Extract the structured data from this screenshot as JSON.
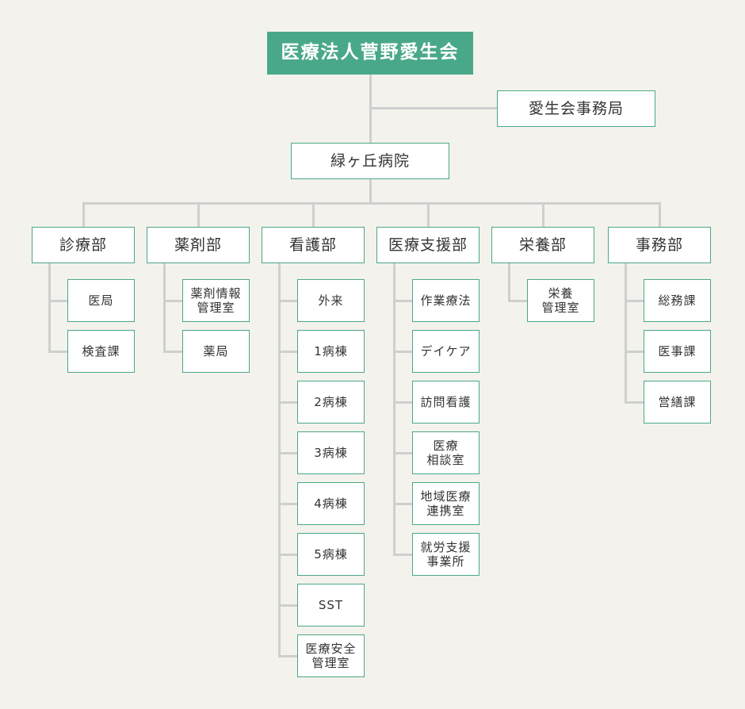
{
  "root": "医療法人菅野愛生会",
  "office": "愛生会事務局",
  "hospital": "緑ヶ丘病院",
  "departments": [
    {
      "name": "診療部",
      "units": [
        "医局",
        "検査課"
      ]
    },
    {
      "name": "薬剤部",
      "units": [
        "薬剤情報\n管理室",
        "薬局"
      ]
    },
    {
      "name": "看護部",
      "units": [
        "外来",
        "1病棟",
        "2病棟",
        "3病棟",
        "4病棟",
        "5病棟",
        "SST",
        "医療安全\n管理室"
      ]
    },
    {
      "name": "医療支援部",
      "units": [
        "作業療法",
        "デイケア",
        "訪問看護",
        "医療\n相談室",
        "地域医療\n連携室",
        "就労支援\n事業所"
      ]
    },
    {
      "name": "栄養部",
      "units": [
        "栄養\n管理室"
      ]
    },
    {
      "name": "事務部",
      "units": [
        "総務課",
        "医事課",
        "営繕課"
      ]
    }
  ]
}
